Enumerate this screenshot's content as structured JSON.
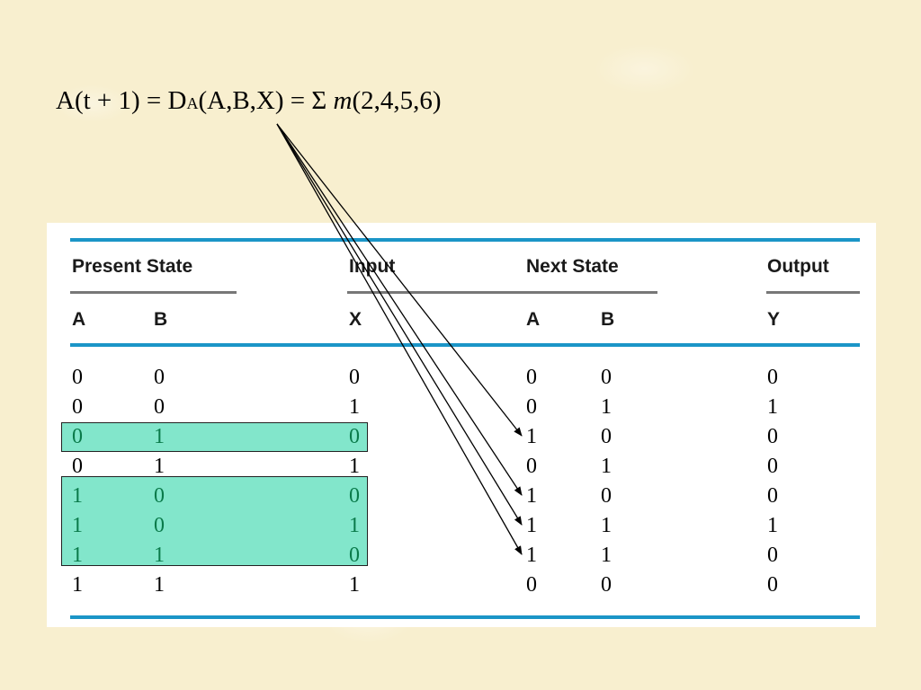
{
  "equation": {
    "prefix": "A(t + 1) = D",
    "sub": "A",
    "mid": "(A,B,X) = Σ ",
    "m": "m",
    "suffix": "(2,4,5,6)"
  },
  "table": {
    "groups": {
      "present": "Present State",
      "input": "Input",
      "next": "Next State",
      "output": "Output"
    },
    "cols": [
      "A",
      "B",
      "X",
      "A",
      "B",
      "Y"
    ],
    "rows": [
      [
        "0",
        "0",
        "0",
        "0",
        "0",
        "0"
      ],
      [
        "0",
        "0",
        "1",
        "0",
        "1",
        "1"
      ],
      [
        "0",
        "1",
        "0",
        "1",
        "0",
        "0"
      ],
      [
        "0",
        "1",
        "1",
        "0",
        "1",
        "0"
      ],
      [
        "1",
        "0",
        "0",
        "1",
        "0",
        "0"
      ],
      [
        "1",
        "0",
        "1",
        "1",
        "1",
        "1"
      ],
      [
        "1",
        "1",
        "0",
        "1",
        "1",
        "0"
      ],
      [
        "1",
        "1",
        "1",
        "0",
        "0",
        "0"
      ]
    ],
    "highlighted_rows": [
      2,
      4,
      5,
      6
    ],
    "arrow_target_rows": [
      2,
      4,
      5,
      6
    ]
  },
  "colors": {
    "rule": "#1b95c7",
    "highlight": "#82e6cb",
    "highlight_text": "#0a7a4a"
  }
}
